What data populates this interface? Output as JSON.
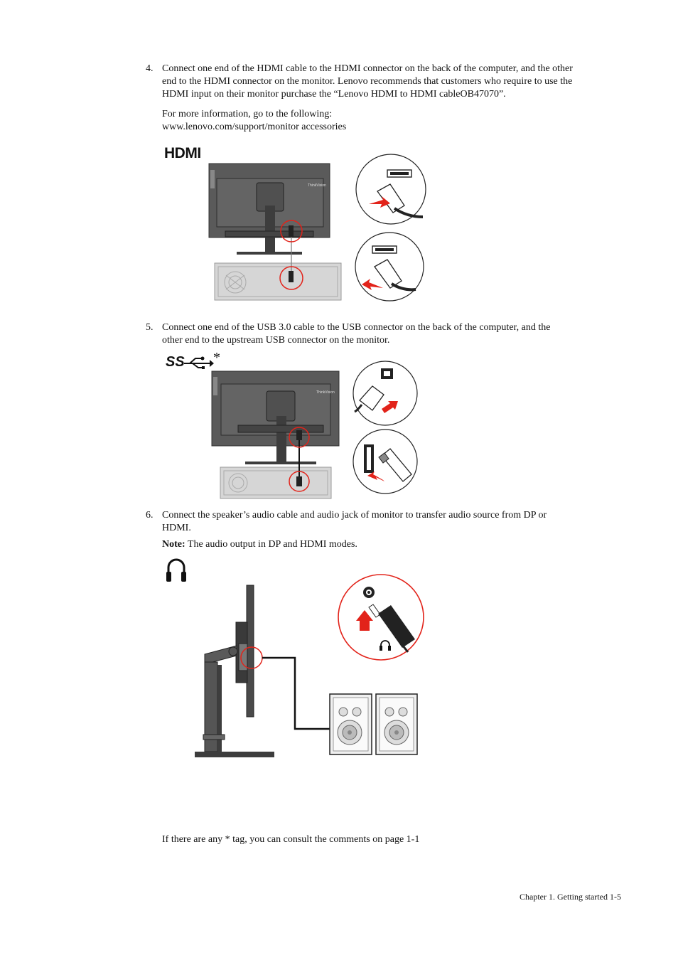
{
  "steps": [
    {
      "number": "4.",
      "lines": [
        "Connect one end of the HDMI cable to the HDMI connector on the back of the computer, and the other",
        "end to the HDMI connector on the monitor. Lenovo recommends that customers who require to use the",
        "HDMI input on their monitor purchase the “Lenovo HDMI to HDMI cableOB47070”."
      ],
      "more_info": "For more information, go to the following:",
      "url": "www.lenovo.com/support/monitor accessories",
      "figure_label": "HDMI"
    },
    {
      "number": "5.",
      "lines": [
        "Connect one end of the USB 3.0 cable to the USB connector on the back of the computer, and the",
        "other end to the upstream USB connector on the monitor."
      ],
      "figure_label": "SS",
      "figure_asterisk": "*"
    },
    {
      "number": "6.",
      "lines": [
        "Connect the speaker’s audio cable and audio jack of monitor to transfer audio source from DP or",
        "HDMI."
      ],
      "note_label": "Note:",
      "note_text": " The audio output in DP and HDMI modes."
    }
  ],
  "figure_brand": "ThinkVision",
  "footnote": "If there are any * tag, you can consult the comments on page 1-1",
  "footer": "Chapter 1. Getting started 1-5",
  "colors": {
    "highlight_red": "#e2231a",
    "monitor_dark": "#555555",
    "panel_gray": "#d8d8d8"
  }
}
